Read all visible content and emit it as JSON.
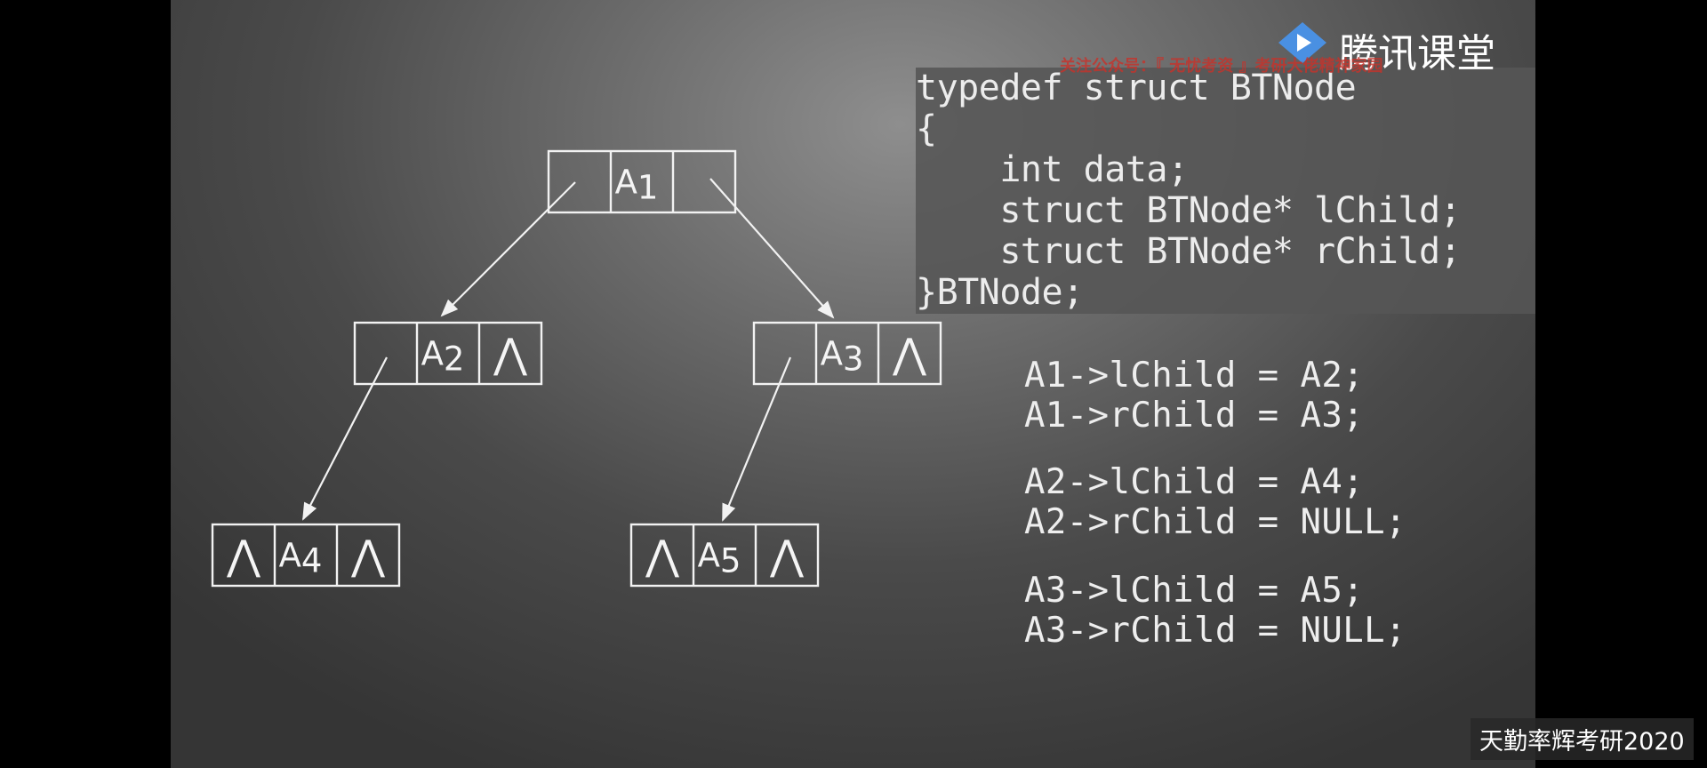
{
  "nodes": [
    {
      "id": "A1",
      "letter": "A",
      "sub": "1",
      "left": "",
      "right": ""
    },
    {
      "id": "A2",
      "letter": "A",
      "sub": "2",
      "left": "",
      "right": "⋀"
    },
    {
      "id": "A3",
      "letter": "A",
      "sub": "3",
      "left": "",
      "right": "⋀"
    },
    {
      "id": "A4",
      "letter": "A",
      "sub": "4",
      "left": "⋀",
      "right": "⋀"
    },
    {
      "id": "A5",
      "letter": "A",
      "sub": "5",
      "left": "⋀",
      "right": "⋀"
    }
  ],
  "edges": [
    {
      "from": "A1",
      "to": "A2"
    },
    {
      "from": "A1",
      "to": "A3"
    },
    {
      "from": "A2",
      "to": "A4"
    },
    {
      "from": "A3",
      "to": "A5"
    }
  ],
  "code": {
    "lines": [
      "typedef struct BTNode",
      "{",
      "    int data;",
      "    struct BTNode* lChild;",
      "    struct BTNode* rChild;",
      "}BTNode;"
    ]
  },
  "assignments": [
    [
      "A1->lChild = A2;",
      "A1->rChild = A3;"
    ],
    [
      "A2->lChild = A4;",
      "A2->rChild = NULL;"
    ],
    [
      "A3->lChild = A5;",
      "A3->rChild = NULL;"
    ]
  ],
  "logo": {
    "text": "腾讯课堂",
    "icon": "play-icon",
    "color": "#4a90e2"
  },
  "watermark": "关注公众号：『 无忧考资 』考研大佬精神家园",
  "footer": "天勤率辉考研2020"
}
